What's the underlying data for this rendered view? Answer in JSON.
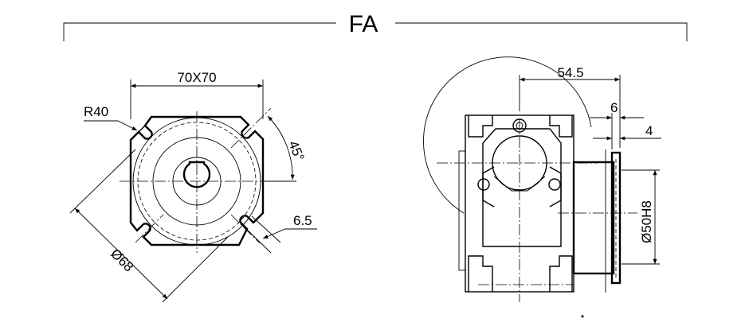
{
  "title": "FA",
  "dimensions": {
    "square": "70X70",
    "radius": "R40",
    "angle": "45°",
    "slot": "6.5",
    "diameter_bolt": "Ø68",
    "length": "54.5",
    "flange_thickness": "6",
    "spigot": "4",
    "diameter_spigot": "Ø50H8"
  },
  "colors": {
    "line": "#000000",
    "background": "#ffffff"
  }
}
